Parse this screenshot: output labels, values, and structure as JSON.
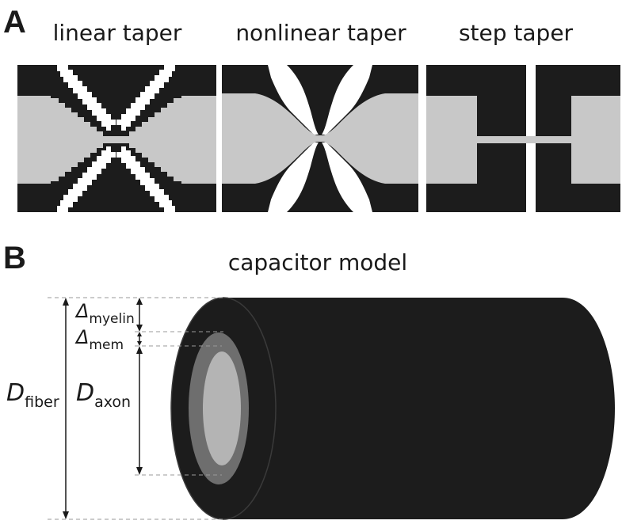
{
  "panels": {
    "a": {
      "letter": "A",
      "labels": [
        "linear taper",
        "nonlinear taper",
        "step taper"
      ]
    },
    "b": {
      "letter": "B",
      "title": "capacitor model",
      "dimensions": {
        "fiber": {
          "symbol": "D",
          "subscript": "fiber"
        },
        "axon": {
          "symbol": "D",
          "subscript": "axon"
        },
        "myelin": {
          "symbol": "Δ",
          "subscript": "myelin"
        },
        "membrane": {
          "symbol": "Δ",
          "subscript": "mem"
        }
      }
    }
  },
  "colors": {
    "black": "#1c1c1c",
    "gray_light": "#c8c8c8",
    "gray_mid": "#6e6e6e",
    "gray_core": "#b4b4b4",
    "background": "#ffffff",
    "dashed": "#9a9a9a"
  }
}
